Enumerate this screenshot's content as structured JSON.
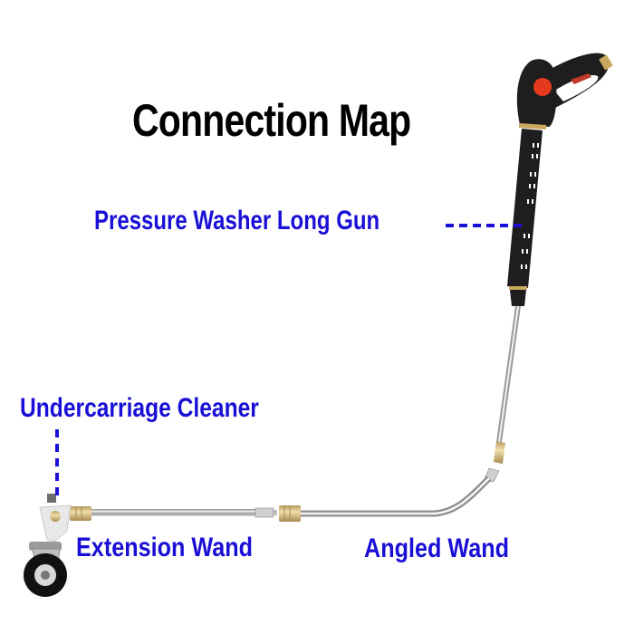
{
  "title": "Connection Map",
  "labels": {
    "long_gun": "Pressure Washer Long Gun",
    "undercarriage": "Undercarriage Cleaner",
    "extension": "Extension Wand",
    "angled": "Angled Wand"
  },
  "colors": {
    "title": "#000000",
    "label": "#1a0fd6",
    "leader": "#1a0fd6",
    "gun_body": "#1e1e1e",
    "gun_button": "#e53a1e",
    "brass": "#d8c08a",
    "steel": "#c9c9c9"
  },
  "components": [
    {
      "name": "Pressure Washer Long Gun",
      "connects_to": "Angled Wand"
    },
    {
      "name": "Angled Wand",
      "connects_to": "Extension Wand"
    },
    {
      "name": "Extension Wand",
      "connects_to": "Undercarriage Cleaner"
    },
    {
      "name": "Undercarriage Cleaner",
      "connects_to": null
    }
  ]
}
